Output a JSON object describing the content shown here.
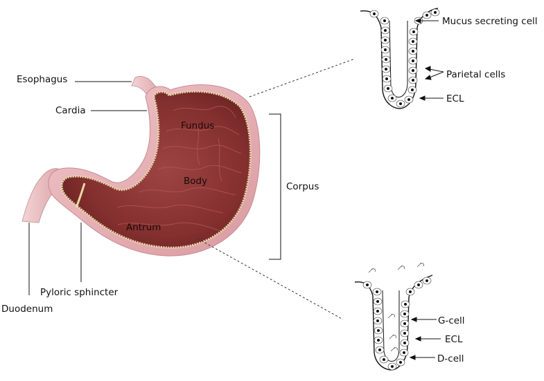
{
  "labels": {
    "esophagus": "Esophagus",
    "cardia": "Cardia",
    "fundus": "Fundus",
    "body": "Body",
    "antrum": "Antrum",
    "corpus": "Corpus",
    "pyloric_sphincter": "Pyloric sphincter",
    "duodenum": "Duodenum"
  },
  "upper_gland": {
    "mucus_cell": "Mucus secreting cell",
    "parietal_cells": "Parietal cells",
    "ecl": "ECL"
  },
  "lower_gland": {
    "g_cell": "G-cell",
    "ecl": "ECL",
    "d_cell": "D-cell"
  },
  "colors": {
    "stomach_outer": "#e6b3b8",
    "stomach_inner": "#8e3b3a",
    "line": "#111111"
  }
}
